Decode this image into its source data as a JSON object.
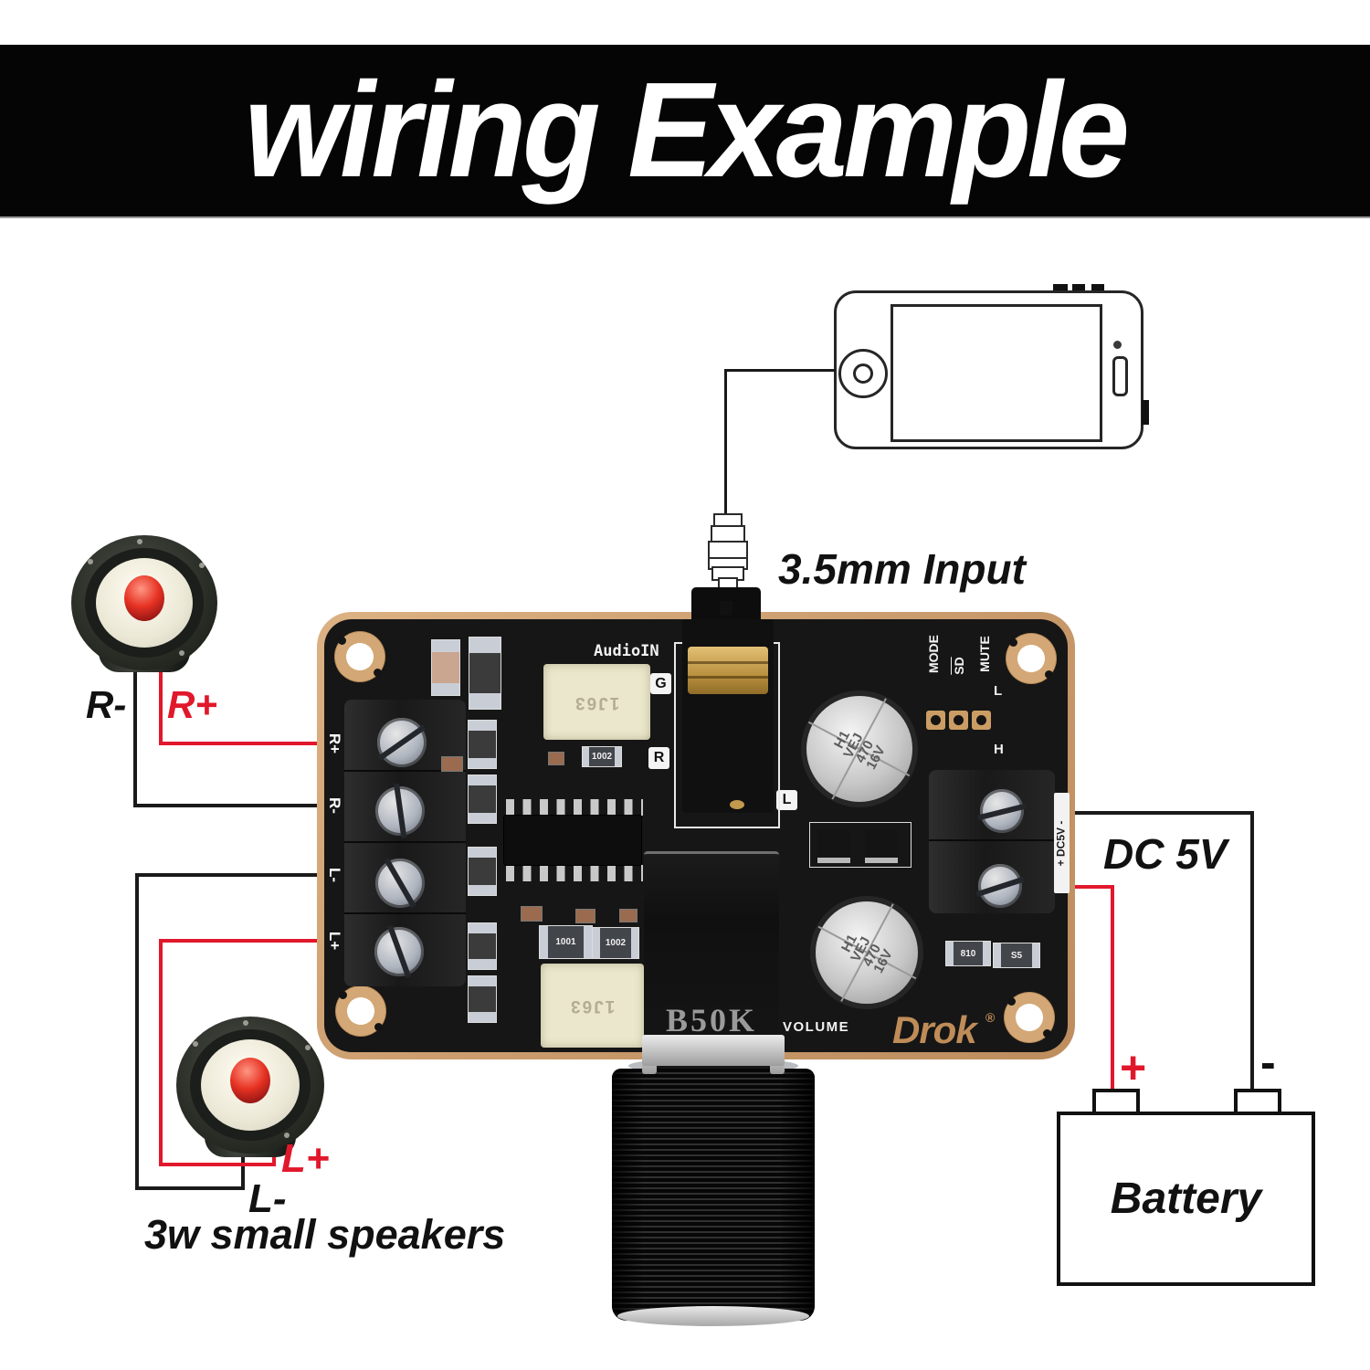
{
  "banner": {
    "title": "wiring Example"
  },
  "labels": {
    "input": "3.5mm Input",
    "dc": "DC 5V",
    "battery": "Battery",
    "battery_plus": "+",
    "battery_minus": "-",
    "r_minus": "R-",
    "r_plus": "R+",
    "l_plus": "L+",
    "l_minus": "L-",
    "caption": "3w small speakers"
  },
  "board": {
    "audio_in": "AudioIN",
    "jack_g": "G",
    "jack_r": "R",
    "jack_l": "L",
    "mode": "MODE",
    "sd": "SD",
    "mute": "MUTE",
    "level_l": "L",
    "level_h": "H",
    "dc_edge": "+ DC5V -",
    "edge": {
      "r_plus": "R+",
      "r_minus": "R-",
      "l_minus": "L-",
      "l_plus": "L+"
    },
    "cap_lines": [
      "H1",
      "VEJ",
      "470",
      "16V"
    ],
    "inductor": "1J63",
    "res_1002": "1002",
    "res_1001": "1001",
    "res_810": "810",
    "res_s5": "S5",
    "pot": "B50K",
    "volume": "VOLUME",
    "brand": "Drok",
    "reg": "®"
  },
  "colors": {
    "wire_red": "#e1182b",
    "wire_black": "#1a1a1a",
    "pcb_gold": "#cfa071",
    "pcb_black": "#161616",
    "cone_red": "#e63223",
    "brand_bronze": "#bf8c58"
  }
}
